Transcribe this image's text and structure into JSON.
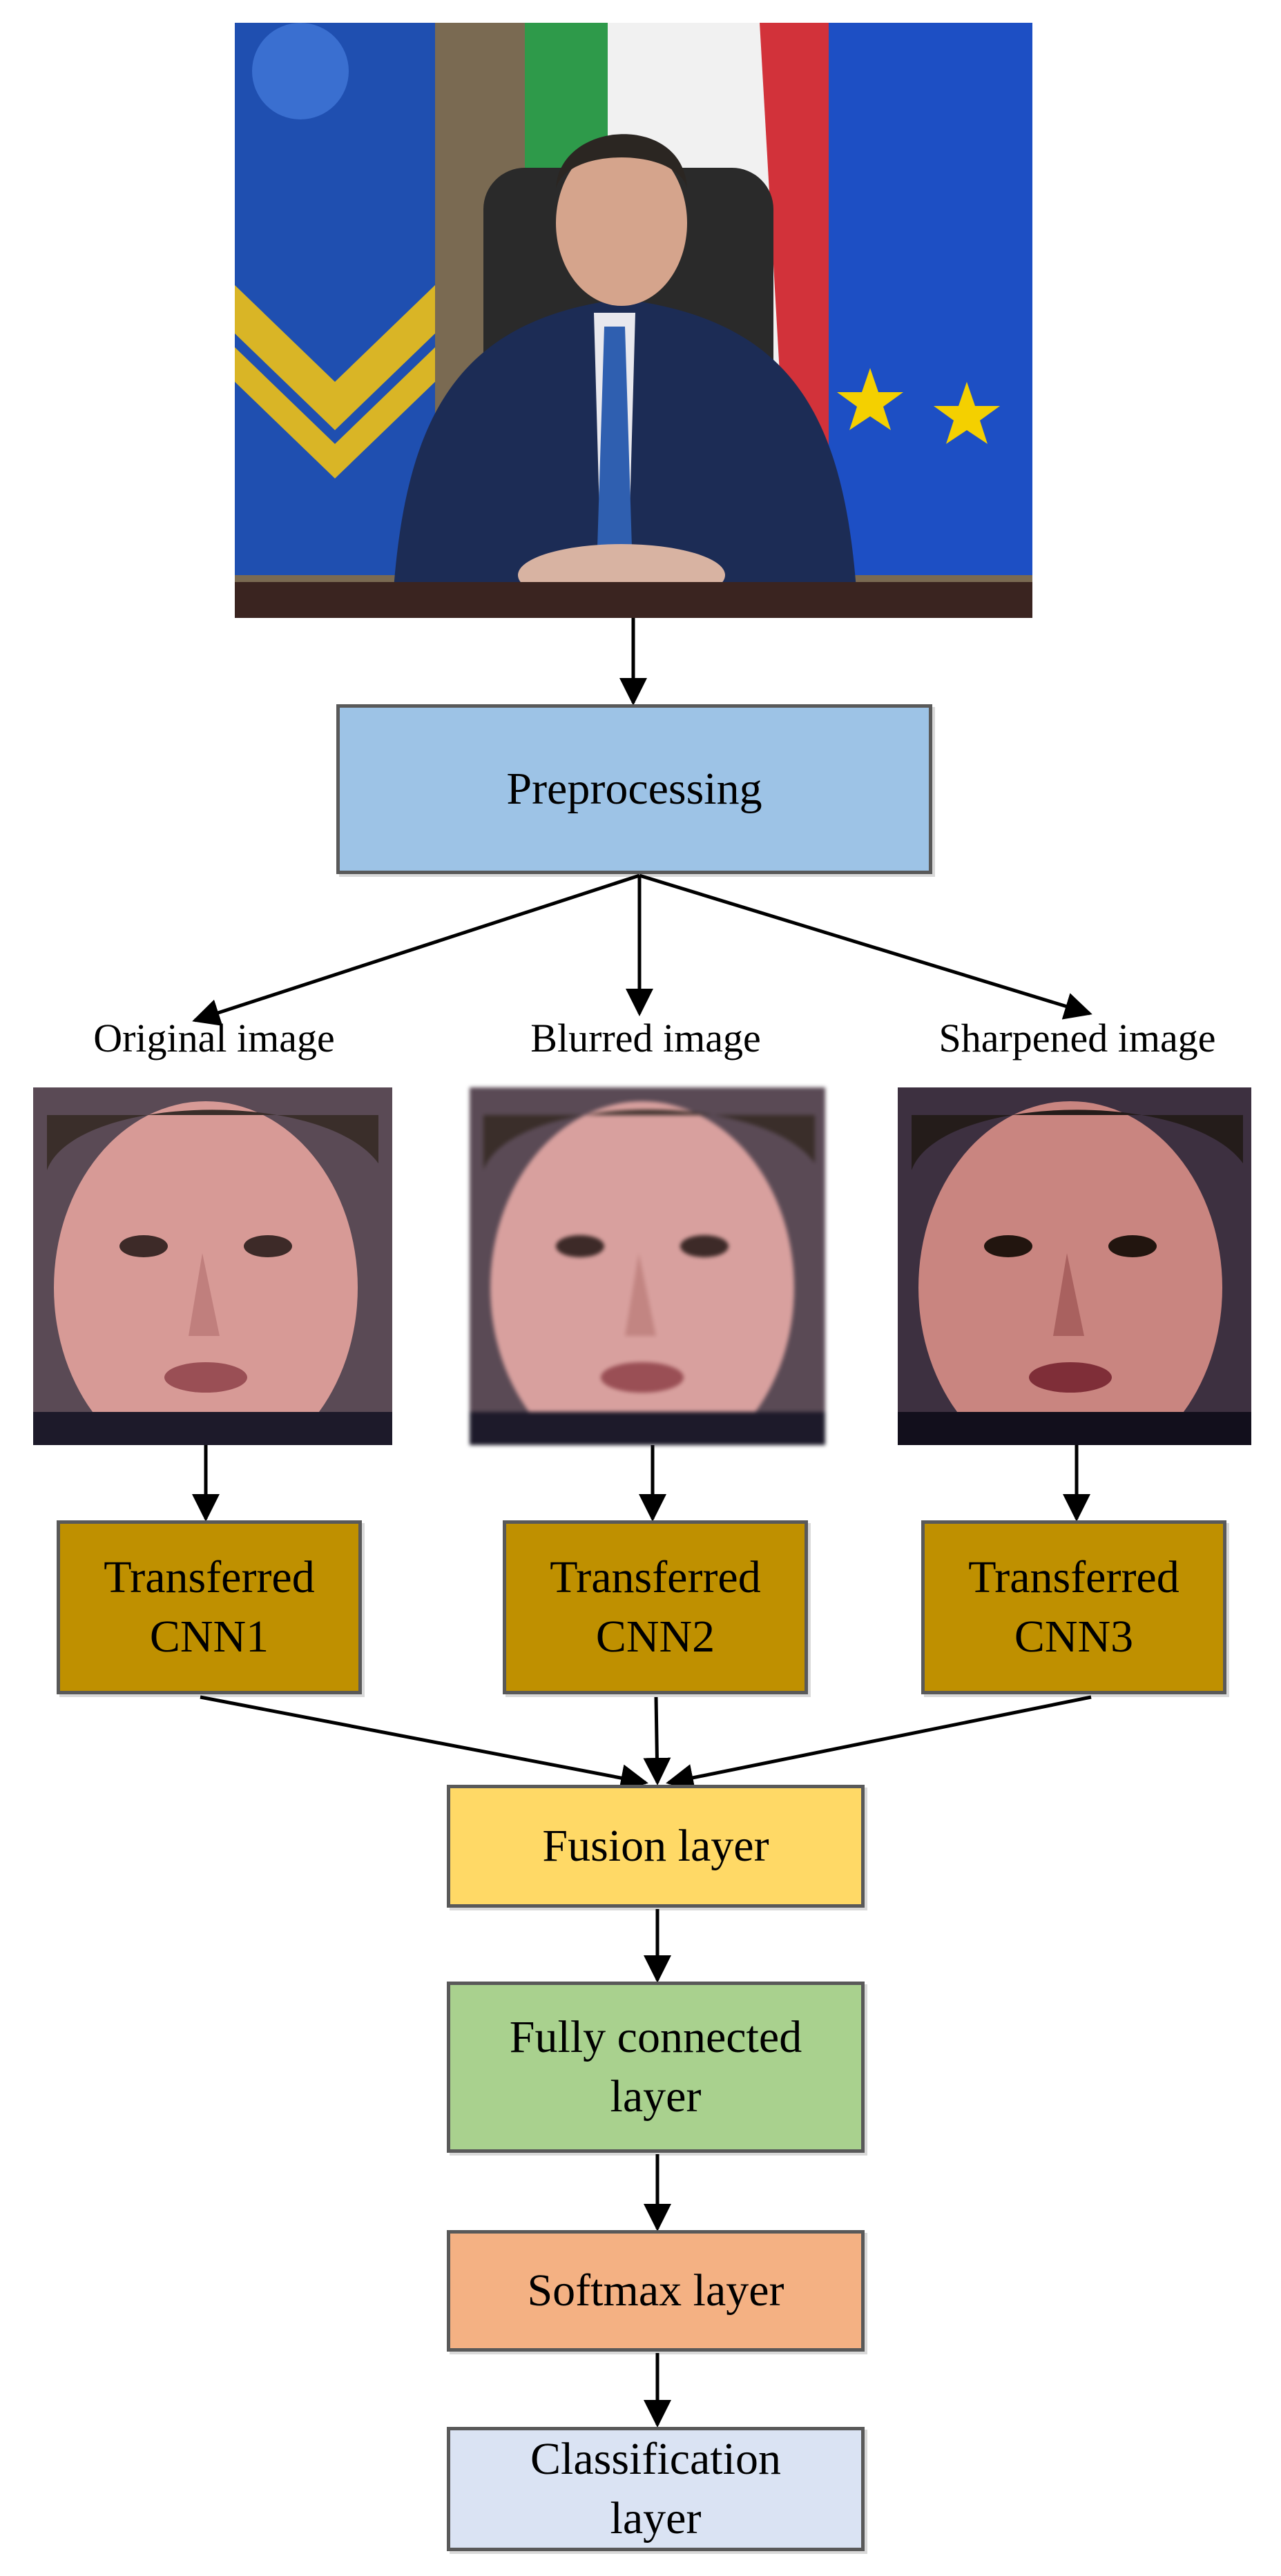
{
  "nodes": {
    "preprocessing": "Preprocessing",
    "original_label": "Original image",
    "blurred_label": "Blurred image",
    "sharpened_label": "Sharpened image",
    "cnn1_line1": "Transferred",
    "cnn1_line2": "CNN1",
    "cnn2_line1": "Transferred",
    "cnn2_line2": "CNN2",
    "cnn3_line1": "Transferred",
    "cnn3_line2": "CNN3",
    "fusion": "Fusion layer",
    "fc_line1": "Fully connected",
    "fc_line2": "layer",
    "softmax": "Softmax layer",
    "class_line1": "Classification",
    "class_line2": "layer"
  },
  "colors": {
    "preprocessing": "#9dc3e6",
    "cnn": "#bf9000",
    "fusion": "#ffd966",
    "fc": "#a9d18e",
    "softmax": "#f4b183",
    "classification": "#dae3f3"
  }
}
